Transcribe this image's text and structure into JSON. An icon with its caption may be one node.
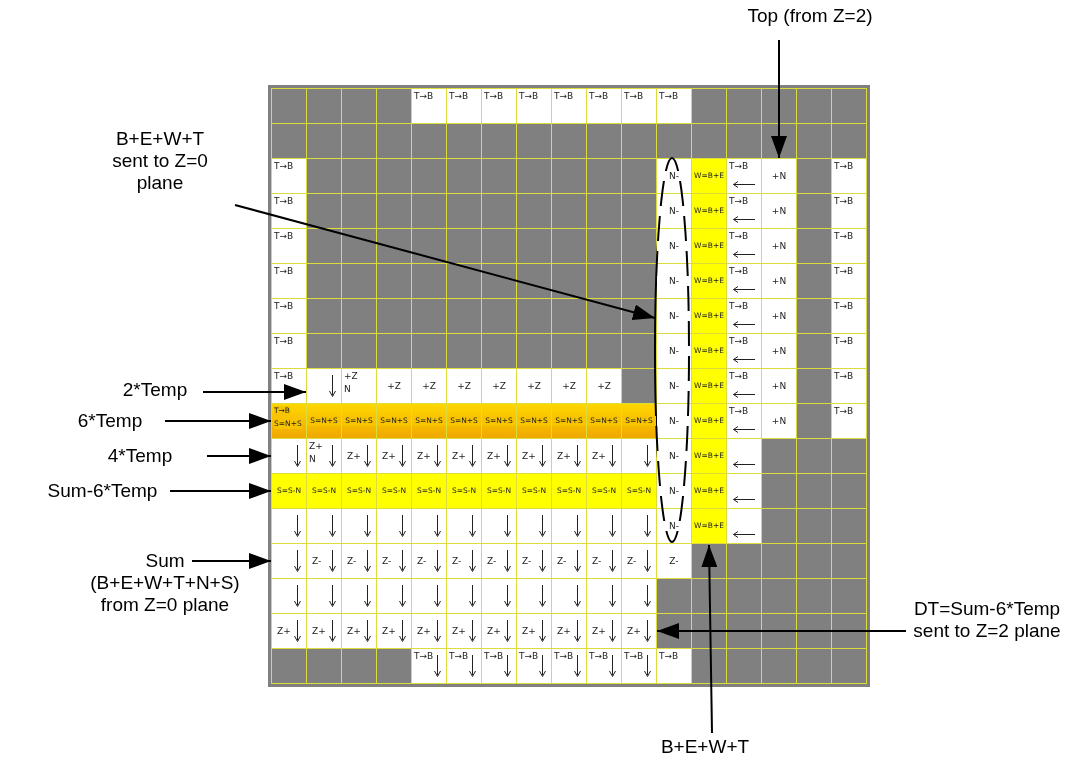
{
  "diagram": {
    "nodes": [
      {
        "text": [
          "Top (from Z=2)"
        ]
      },
      {
        "text": [
          "B+E+W+T sent to Z=0 plane"
        ]
      },
      {
        "text": [
          "2*Temp"
        ]
      },
      {
        "text": [
          "6*Temp"
        ]
      },
      {
        "text": [
          "4*Temp"
        ]
      },
      {
        "text": [
          "Sum-6*Temp"
        ]
      },
      {
        "text": [
          "Sum (B+E+W+T+N+S) from Z=0 plane"
        ]
      },
      {
        "text": [
          "DT=Sum-6*Temp sent to Z=2 plane"
        ]
      },
      {
        "text": [
          "B+E+W+T"
        ]
      },
      {
        "text": [],
        "shape": "ellipse"
      },
      {
        "text": [
          "+N"
        ]
      },
      {
        "text": [],
        "shape": "box"
      },
      {
        "text": [
          "T→B",
          "S=N+S"
        ]
      },
      {
        "text": [],
        "shape": "box"
      },
      {
        "text": [
          "S=S-N"
        ]
      },
      {
        "text": [],
        "shape": "box"
      },
      {
        "text": [
          "Z+"
        ]
      },
      {
        "text": [
          "W=B+E"
        ]
      }
    ],
    "edges": [
      {
        "from": 0,
        "to": 10,
        "arrow": "to"
      },
      {
        "from": 1,
        "to": 9,
        "arrow": "to"
      },
      {
        "from": 2,
        "to": 11,
        "arrow": "to"
      },
      {
        "from": 3,
        "to": 12,
        "arrow": "to"
      },
      {
        "from": 4,
        "to": 13,
        "arrow": "to"
      },
      {
        "from": 5,
        "to": 14,
        "arrow": "to"
      },
      {
        "from": 6,
        "to": 15,
        "arrow": "to"
      },
      {
        "from": 7,
        "to": 16,
        "arrow": "to"
      },
      {
        "from": 8,
        "to": 17,
        "arrow": "to"
      }
    ],
    "labels": [
      "T→B",
      "T→B",
      "T→B",
      "T→B",
      "T→B",
      "T→B",
      "T→B",
      "T→B",
      "T→B",
      "N-",
      "W=B+E",
      "T→B",
      "T→B",
      "T→B",
      "N-",
      "W=B+E",
      "T→B",
      "+N",
      "T→B",
      "T→B",
      "N-",
      "W=B+E",
      "T→B",
      "+N",
      "T→B",
      "T→B",
      "N-",
      "W=B+E",
      "T→B",
      "+N",
      "T→B",
      "T→B",
      "N-",
      "W=B+E",
      "T→B",
      "+N",
      "T→B",
      "T→B",
      "N-",
      "W=B+E",
      "T→B",
      "+N",
      "T→B",
      "T→B",
      "+Z",
      "N",
      "+Z",
      "+Z",
      "+Z",
      "+Z",
      "+Z",
      "+Z",
      "+Z",
      "N-",
      "W=B+E",
      "T→B",
      "+N",
      "T→B",
      "S=N+S",
      "S=N+S",
      "S=N+S",
      "S=N+S",
      "S=N+S",
      "S=N+S",
      "S=N+S",
      "S=N+S",
      "S=N+S",
      "S=N+S",
      "N-",
      "W=B+E",
      "T→B",
      "+N",
      "T→B",
      "Z+",
      "N",
      "Z+",
      "Z+",
      "Z+",
      "Z+",
      "Z+",
      "Z+",
      "Z+",
      "Z+",
      "N-",
      "W=B+E",
      "S=S-N",
      "S=S-N",
      "S=S-N",
      "S=S-N",
      "S=S-N",
      "S=S-N",
      "S=S-N",
      "S=S-N",
      "S=S-N",
      "S=S-N",
      "N-",
      "W=B+E",
      "N-",
      "Z-",
      "Z-",
      "Z-",
      "Z-",
      "Z-",
      "Z-",
      "Z-",
      "Z-",
      "Z-",
      "Z-",
      "Z-",
      "Z+",
      "Z+",
      "Z+",
      "Z+",
      "Z+",
      "Z+",
      "Z+",
      "Z+",
      "Z+",
      "Z+",
      "T→B",
      "T→B",
      "T→B",
      "T→B",
      "T→B",
      "T→B",
      "T→B",
      "T→B"
    ]
  }
}
